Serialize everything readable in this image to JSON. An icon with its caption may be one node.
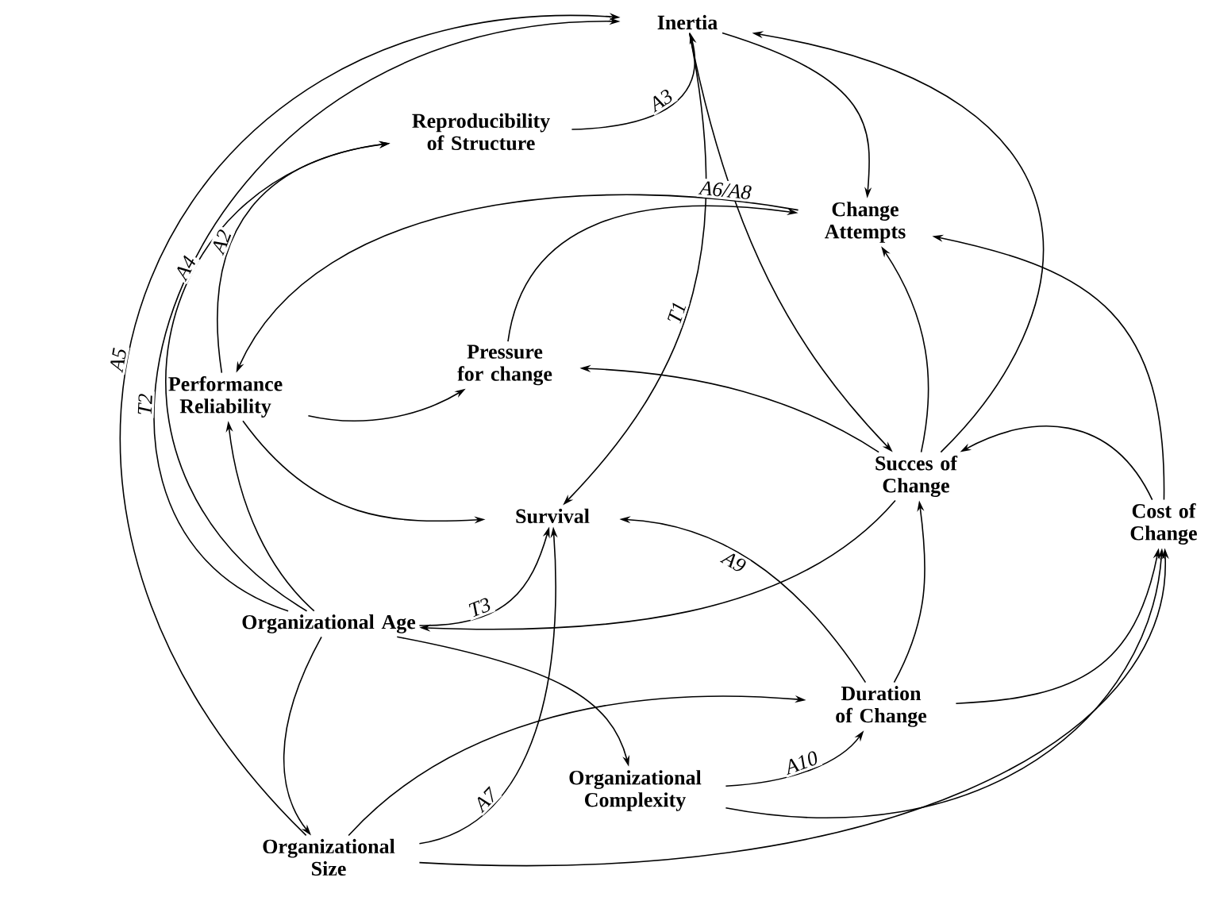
{
  "diagram": {
    "nodes": [
      {
        "text": [
          "Inertia"
        ]
      },
      {
        "text": [
          "Reproducibility of Structure"
        ]
      },
      {
        "text": [
          "Change Attempts"
        ]
      },
      {
        "text": [
          "Performance Reliability"
        ]
      },
      {
        "text": [
          "Pressure for change"
        ]
      },
      {
        "text": [
          "Succes of Change"
        ]
      },
      {
        "text": [
          "Survival"
        ]
      },
      {
        "text": [
          "Cost of Change"
        ]
      },
      {
        "text": [
          "Organizational Age"
        ]
      },
      {
        "text": [
          "Duration of Change"
        ]
      },
      {
        "text": [
          "Organizational Complexity"
        ]
      },
      {
        "text": [
          "Organizational Size"
        ]
      }
    ],
    "edges": [
      {
        "from": 11,
        "to": 0,
        "arrow": "to",
        "label": "A5"
      },
      {
        "from": 8,
        "to": 0,
        "arrow": "to",
        "label": "T2"
      },
      {
        "from": 8,
        "to": 1,
        "arrow": "to",
        "label": "A4"
      },
      {
        "from": 3,
        "to": 1,
        "arrow": "to",
        "label": "A2"
      },
      {
        "from": 1,
        "to": 0,
        "arrow": "to",
        "label": "A3"
      },
      {
        "from": 2,
        "to": 3,
        "arrow": "to",
        "label": "A6/A8"
      },
      {
        "from": 4,
        "to": 2,
        "arrow": "to"
      },
      {
        "from": 0,
        "to": 2,
        "arrow": "to"
      },
      {
        "from": 0,
        "to": 6,
        "arrow": "to",
        "label": "T1"
      },
      {
        "from": 0,
        "to": 5,
        "arrow": "to"
      },
      {
        "from": 5,
        "to": 2,
        "arrow": "to"
      },
      {
        "from": 5,
        "to": 0,
        "arrow": "to"
      },
      {
        "from": 7,
        "to": 2,
        "arrow": "to"
      },
      {
        "from": 5,
        "to": 4,
        "arrow": "to"
      },
      {
        "from": 7,
        "to": 5,
        "arrow": "to"
      },
      {
        "from": 3,
        "to": 4,
        "arrow": "to"
      },
      {
        "from": 3,
        "to": 6,
        "arrow": "to"
      },
      {
        "from": 8,
        "to": 3,
        "arrow": "to"
      },
      {
        "from": 8,
        "to": 6,
        "arrow": "to",
        "label": "T3"
      },
      {
        "from": 5,
        "to": 8,
        "arrow": "to"
      },
      {
        "from": 9,
        "to": 6,
        "arrow": "to",
        "label": "A9"
      },
      {
        "from": 9,
        "to": 5,
        "arrow": "to"
      },
      {
        "from": 11,
        "to": 9,
        "arrow": "to"
      },
      {
        "from": 8,
        "to": 10,
        "arrow": "to"
      },
      {
        "from": 8,
        "to": 11,
        "arrow": "to"
      },
      {
        "from": 11,
        "to": 6,
        "arrow": "to",
        "label": "A7"
      },
      {
        "from": 10,
        "to": 9,
        "arrow": "to",
        "label": "A10"
      },
      {
        "from": 9,
        "to": 7,
        "arrow": "to"
      },
      {
        "from": 10,
        "to": 7,
        "arrow": "to"
      },
      {
        "from": 11,
        "to": 7,
        "arrow": "to"
      }
    ]
  }
}
